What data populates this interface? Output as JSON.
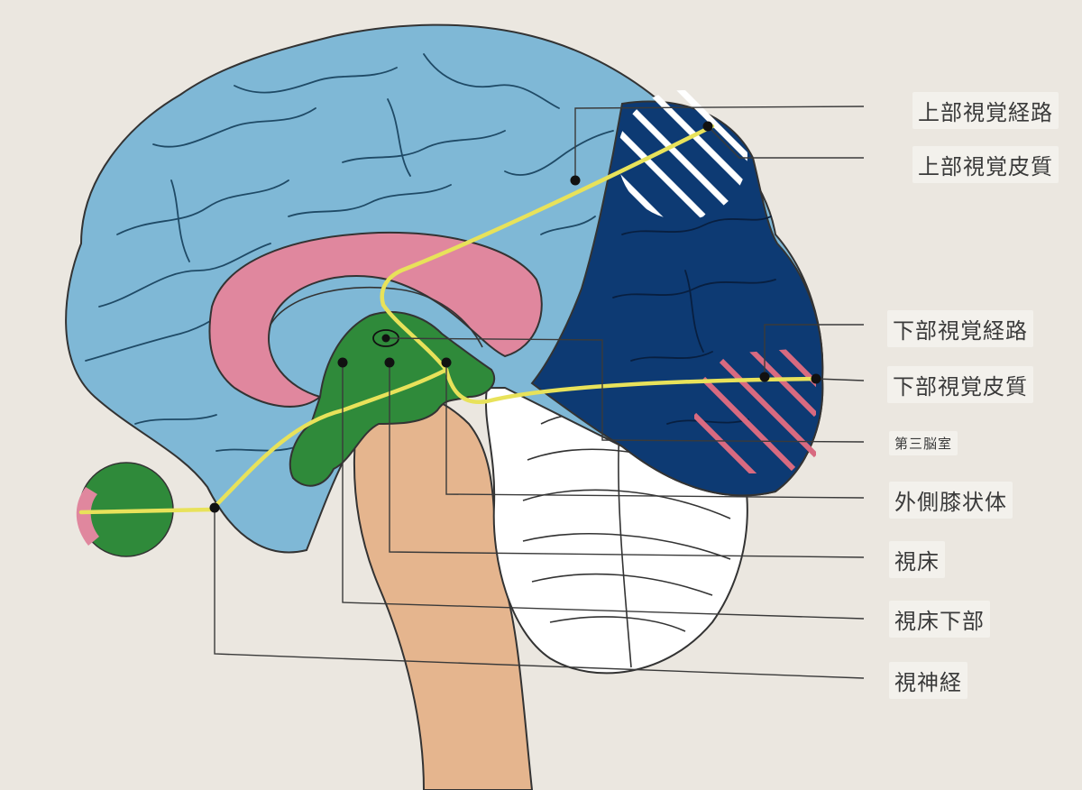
{
  "labels": {
    "upper_visual_pathway": "上部視覚経路",
    "upper_visual_cortex": "上部視覚皮質",
    "lower_visual_pathway": "下部視覚経路",
    "lower_visual_cortex": "下部視覚皮質",
    "third_ventricle": "第三脳室",
    "lateral_geniculate_body": "外側膝状体",
    "thalamus": "視床",
    "hypothalamus": "視床下部",
    "optic_nerve": "視神経"
  },
  "colors": {
    "background": "#ebe7e0",
    "cerebrum": "#7fb8d6",
    "occipital": "#0d3a73",
    "corpus_callosum": "#e0879e",
    "diencephalon": "#2f8a3a",
    "brainstem": "#e5b58e",
    "cerebellum": "#ffffff",
    "visual_pathway": "#e8e25a",
    "leader_line": "#3a3a3a"
  }
}
